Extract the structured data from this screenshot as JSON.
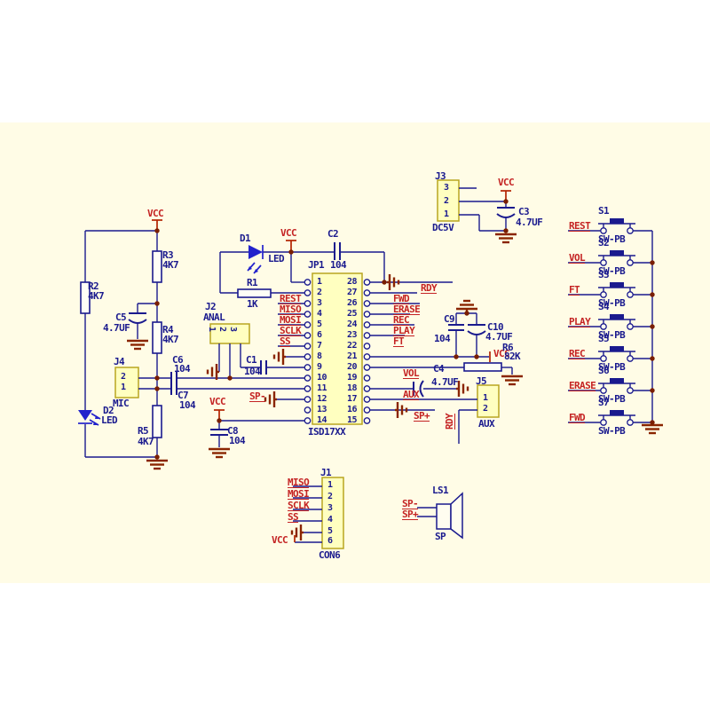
{
  "colors": {
    "wire": "#1a1a8e",
    "net_label": "#c42323",
    "power_ground": "#8a2500",
    "junction_dot": "#7a1f00",
    "led_blue": "#2222cc",
    "box_fill": "#ffffc0",
    "box_border": "#b9a520",
    "sheet_background": "#fffce6",
    "page_background": "#ffffff"
  },
  "nets": {
    "vcc": "VCC",
    "rdy": "RDY",
    "vol": "VOL",
    "aux": "AUX",
    "sp_plus": "SP+",
    "sp_minus": "SP-"
  },
  "parts": {
    "jp1": {
      "ref": "JP1",
      "val": "ISD17XX",
      "left_pins": [
        "1",
        "2",
        "3",
        "4",
        "5",
        "6",
        "7",
        "8",
        "9",
        "10",
        "11",
        "12",
        "13",
        "14"
      ],
      "right_pins": [
        "28",
        "27",
        "26",
        "25",
        "24",
        "23",
        "22",
        "21",
        "20",
        "19",
        "18",
        "17",
        "16",
        "15"
      ],
      "left_nets": [
        "REST",
        "MISO",
        "MOSI",
        "SCLK",
        "SS"
      ],
      "right_nets": [
        "FWD",
        "ERASE",
        "REC",
        "PLAY",
        "FT"
      ]
    },
    "r1": {
      "ref": "R1",
      "val": "1K"
    },
    "r2": {
      "ref": "R2",
      "val": "4K7"
    },
    "r3": {
      "ref": "R3",
      "val": "4K7"
    },
    "r4": {
      "ref": "R4",
      "val": "4K7"
    },
    "r5": {
      "ref": "R5",
      "val": "4K7"
    },
    "r6": {
      "ref": "R6",
      "val": "82K"
    },
    "c1": {
      "ref": "C1",
      "val": "104"
    },
    "c2": {
      "ref": "C2",
      "val": "104"
    },
    "c3": {
      "ref": "C3",
      "val": "4.7UF"
    },
    "c4": {
      "ref": "C4",
      "val": "4.7UF"
    },
    "c5": {
      "ref": "C5",
      "val": "4.7UF"
    },
    "c6": {
      "ref": "C6",
      "val": "104"
    },
    "c7": {
      "ref": "C7",
      "val": "104"
    },
    "c8": {
      "ref": "C8",
      "val": "104"
    },
    "c9": {
      "ref": "C9",
      "val": "104"
    },
    "c10": {
      "ref": "C10",
      "val": "4.7UF"
    },
    "d1": {
      "ref": "D1",
      "val": "LED"
    },
    "d2": {
      "ref": "D2",
      "val": "LED"
    },
    "j1": {
      "ref": "J1",
      "val": "CON6",
      "pins": [
        "1",
        "2",
        "3",
        "4",
        "5",
        "6"
      ],
      "nets": [
        "MISO",
        "MOSI",
        "SCLK",
        "SS"
      ]
    },
    "j2": {
      "ref": "J2",
      "val": "ANAL",
      "pins": [
        "1",
        "2",
        "3"
      ]
    },
    "j3": {
      "ref": "J3",
      "val": "DC5V",
      "pins": [
        "3",
        "2",
        "1"
      ]
    },
    "j4": {
      "ref": "J4",
      "val": "MIC",
      "pins": [
        "2",
        "1"
      ]
    },
    "j5": {
      "ref": "J5",
      "val": "AUX",
      "pins": [
        "1",
        "2"
      ]
    },
    "ls1": {
      "ref": "LS1",
      "val": "SP",
      "nets": [
        "SP-",
        "SP+"
      ]
    }
  },
  "switches": {
    "type_label": "SW-PB",
    "items": [
      {
        "ref": "S1",
        "net": "REST"
      },
      {
        "ref": "S2",
        "net": "VOL"
      },
      {
        "ref": "S3",
        "net": "FT"
      },
      {
        "ref": "S4",
        "net": "PLAY"
      },
      {
        "ref": "S5",
        "net": "REC"
      },
      {
        "ref": "S6",
        "net": "ERASE"
      },
      {
        "ref": "S7",
        "net": "FWD"
      }
    ]
  }
}
